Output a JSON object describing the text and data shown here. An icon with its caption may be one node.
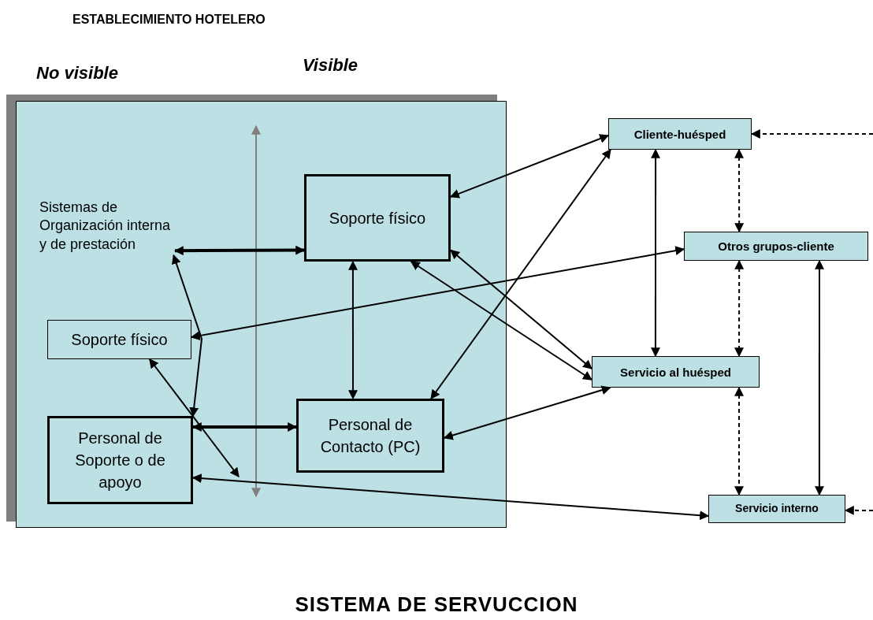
{
  "diagram": {
    "title": "ESTABLECIMIENTO HOTELERO",
    "caption": "SISTEMA DE SERVUCCION",
    "nodes": [
      {
        "text": [],
        "shape": "box"
      },
      {
        "text": [
          "Sistemas de Organización interna y de prestación"
        ],
        "in": 0
      },
      {
        "text": [
          "Soporte físico"
        ],
        "in": 0
      },
      {
        "text": [
          "Soporte físico"
        ],
        "in": 0
      },
      {
        "text": [
          "Personal de Contacto (PC)"
        ],
        "in": 0
      },
      {
        "text": [
          "Personal de Soporte o de apoyo"
        ],
        "in": 0
      },
      {
        "text": [
          "Cliente-huésped"
        ]
      },
      {
        "text": [
          "Otros grupos-cliente"
        ]
      },
      {
        "text": [
          "Servicio al huésped"
        ]
      },
      {
        "text": [
          "Servicio interno"
        ]
      }
    ],
    "edges": [
      {
        "from": 1,
        "to": 2,
        "arrow": "both",
        "style": "thick"
      },
      {
        "from": 5,
        "to": 4,
        "arrow": "both",
        "style": "thick"
      },
      {
        "from": 2,
        "to": 4,
        "arrow": "both"
      },
      {
        "from": 1,
        "to": 5,
        "arrow": "both"
      },
      {
        "from": 3,
        "to": null,
        "arrow": "both"
      },
      {
        "from": 2,
        "to": 6,
        "arrow": "both"
      },
      {
        "from": 4,
        "to": 6,
        "arrow": "both"
      },
      {
        "from": 2,
        "to": 8,
        "arrow": "both"
      },
      {
        "from": 2,
        "to": 8,
        "arrow": "both"
      },
      {
        "from": 3,
        "to": 7,
        "arrow": "both"
      },
      {
        "from": 4,
        "to": 8,
        "arrow": "both"
      },
      {
        "from": 5,
        "to": 9,
        "arrow": "both"
      },
      {
        "from": 6,
        "to": 7,
        "arrow": "both",
        "style": "dashed"
      },
      {
        "from": 7,
        "to": 8,
        "arrow": "both",
        "style": "dashed"
      },
      {
        "from": 8,
        "to": 9,
        "arrow": "both",
        "style": "dashed"
      },
      {
        "from": 6,
        "to": 8,
        "arrow": "both"
      },
      {
        "from": 7,
        "to": 9,
        "arrow": "both"
      },
      {
        "from": null,
        "to": 6,
        "arrow": "to",
        "style": "dashed"
      },
      {
        "from": null,
        "to": 9,
        "arrow": "to",
        "style": "dashed"
      }
    ],
    "labels": [
      "No visible",
      "Visible"
    ]
  }
}
